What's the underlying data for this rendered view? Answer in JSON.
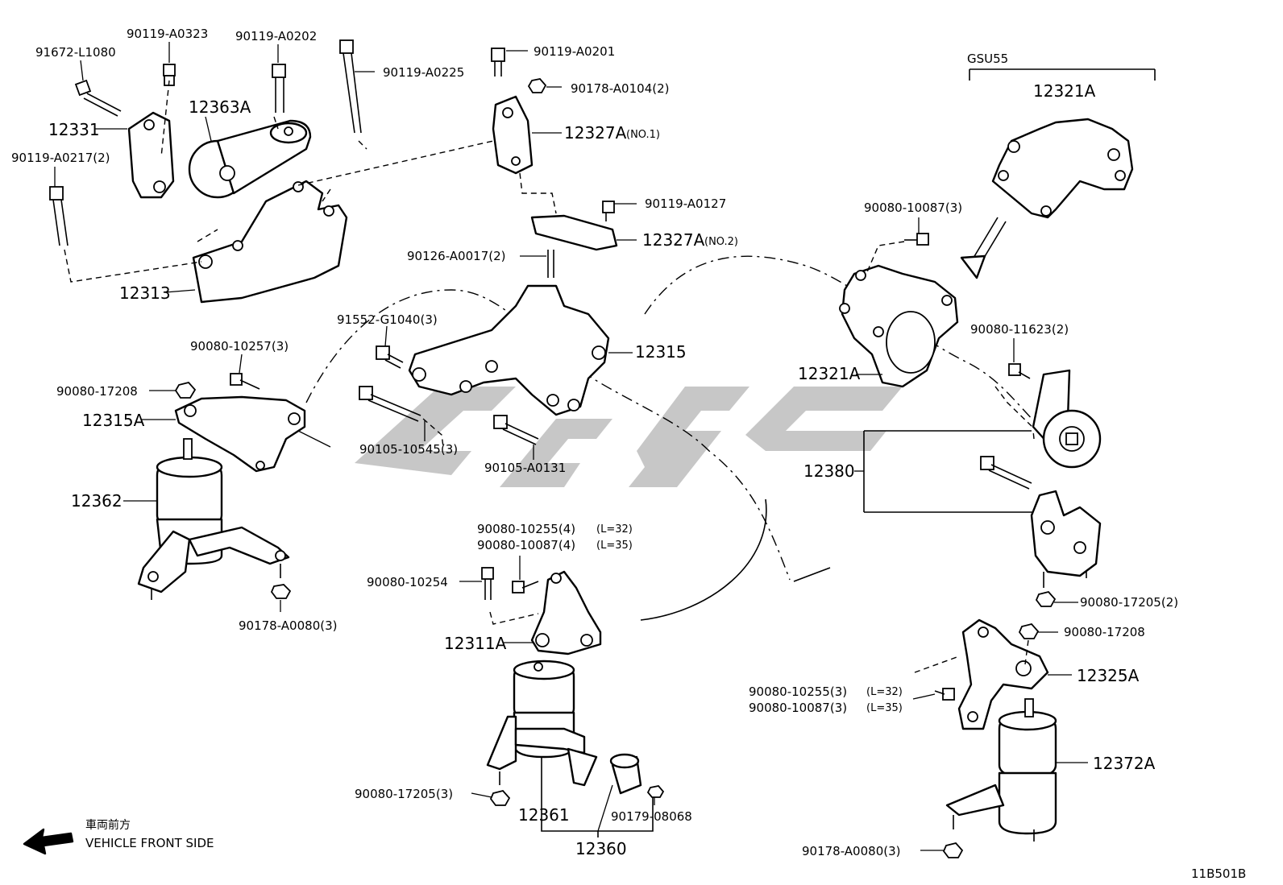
{
  "diagram_code": "11B501B",
  "variant_label": "GSU55",
  "legend": {
    "jp": "車両前方",
    "en": "VEHICLE FRONT SIDE"
  },
  "labels": {
    "p91672_L1080": "91672-L1080",
    "p90119_A0323": "90119-A0323",
    "p90119_A0202": "90119-A0202",
    "p90119_A0225": "90119-A0225",
    "p12331": "12331",
    "p12363A": "12363A",
    "p90119_A0217": "90119-A0217(2)",
    "p12313": "12313",
    "p90119_A0201": "90119-A0201",
    "p90178_A0104": "90178-A0104(2)",
    "p12327A_1": "12327A",
    "p12327A_1_note": "(NO.1)",
    "p90119_A0127": "90119-A0127",
    "p12327A_2": "12327A",
    "p12327A_2_note": "(NO.2)",
    "p90126_A0017": "90126-A0017(2)",
    "p91552_G1040": "91552-G1040(3)",
    "p12315": "12315",
    "p90080_10257": "90080-10257(3)",
    "p90080_17208_left": "90080-17208",
    "p12315A": "12315A",
    "p90105_10545": "90105-10545(3)",
    "p90105_A0131": "90105-A0131",
    "p12362": "12362",
    "p90178_A0080_left": "90178-A0080(3)",
    "p12321A_top": "12321A",
    "p90080_10087_top": "90080-10087(3)",
    "p12321A": "12321A",
    "p90080_11623": "90080-11623(2)",
    "p12380": "12380",
    "p90080_10255_4": "90080-10255(4)",
    "p90080_10255_4_note": "(L=32)",
    "p90080_10087_4": "90080-10087(4)",
    "p90080_10087_4_note": "(L=35)",
    "p90080_10254": "90080-10254",
    "p12311A": "12311A",
    "p90080_17205_2": "90080-17205(2)",
    "p90080_17208_right": "90080-17208",
    "p12325A": "12325A",
    "p90080_10255_3": "90080-10255(3)",
    "p90080_10255_3_note": "(L=32)",
    "p90080_10087_3": "90080-10087(3)",
    "p90080_10087_3_note": "(L=35)",
    "p12372A": "12372A",
    "p90080_17205_3": "90080-17205(3)",
    "p12361": "12361",
    "p90179_08068": "90179-08068",
    "p12360": "12360",
    "p90178_A0080_right": "90178-A0080(3)"
  }
}
